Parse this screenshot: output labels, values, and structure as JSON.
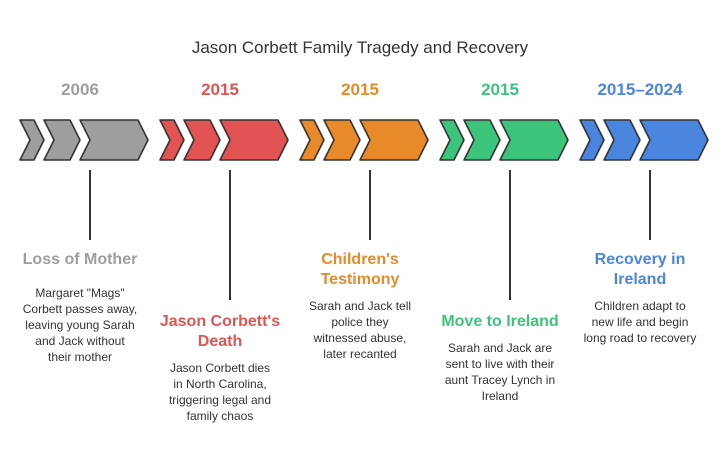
{
  "title": "Jason Corbett Family Tragedy and Recovery",
  "stages": [
    {
      "year": "2006",
      "heading": "Loss of Mother",
      "description": "Margaret \"Mags\" Corbett passes away, leaving young Sarah and Jack without their mother",
      "color": "#9e9e9e"
    },
    {
      "year": "2015",
      "heading": "Jason Corbett's Death",
      "description": "Jason Corbett dies in North Carolina, triggering legal and family chaos",
      "color": "#e25454"
    },
    {
      "year": "2015",
      "heading": "Children's Testimony",
      "description": "Sarah and Jack tell police they witnessed abuse, later recanted",
      "color": "#e8892a"
    },
    {
      "year": "2015",
      "heading": "Move to Ireland",
      "description": "Sarah and Jack are sent to live with their aunt Tracey Lynch in Ireland",
      "color": "#3cc47a"
    },
    {
      "year": "2015–2024",
      "heading": "Recovery in Ireland",
      "description": "Children adapt to new life and begin long road to recovery",
      "color": "#4a86e0"
    }
  ]
}
